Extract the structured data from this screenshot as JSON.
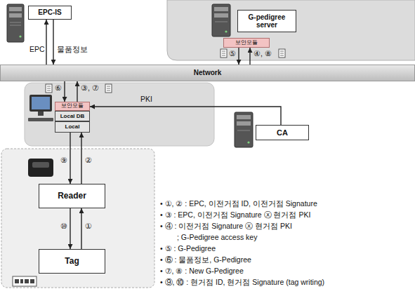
{
  "diagram": {
    "nodes": [
      {
        "text": [
          "EPC-IS"
        ]
      },
      {
        "text": [
          "G-pedigree server"
        ]
      },
      {
        "text": [
          "보안모듈"
        ]
      },
      {
        "text": [
          "Network"
        ]
      },
      {
        "text": [
          "보안모듈"
        ]
      },
      {
        "text": [
          "Local DB"
        ]
      },
      {
        "text": [
          "Local"
        ]
      },
      {
        "text": [
          "CA"
        ]
      },
      {
        "text": [
          "Reader"
        ]
      },
      {
        "text": [
          "Tag"
        ]
      }
    ],
    "edges": [
      {
        "from": 3,
        "to": 0,
        "arrow": "to",
        "label": "EPC"
      },
      {
        "from": 0,
        "to": 3,
        "arrow": "to",
        "label": "물품정보"
      },
      {
        "from": 2,
        "to": 3,
        "arrow": "to",
        "label": "⑤"
      },
      {
        "from": 3,
        "to": 2,
        "arrow": "to",
        "label": "④, ⑧"
      },
      {
        "from": 3,
        "to": 4,
        "arrow": "to",
        "label": "⑥"
      },
      {
        "from": 4,
        "to": 3,
        "arrow": "to",
        "label": "③, ⑦"
      },
      {
        "from": 7,
        "to": 4,
        "arrow": "to",
        "label": "PKI"
      },
      {
        "from": 6,
        "to": 8,
        "arrow": "to",
        "label": "⑨"
      },
      {
        "from": 8,
        "to": 6,
        "arrow": "to",
        "label": "②"
      },
      {
        "from": 9,
        "to": 8,
        "arrow": "to",
        "label": "①"
      },
      {
        "from": 8,
        "to": 9,
        "arrow": "to",
        "label": "⑩"
      }
    ],
    "labels": [
      "• ①, ② : EPC, 이전거점 ID, 이전거점 Signature",
      "• ③ : EPC, 이전거점 Signature ⓧ 현거점 PKI",
      "• ④ : 이전거점 Signature ⓧ 현거점 PKI",
      "; G-Pedigree access key",
      "• ⑤ : G-Pedigree",
      "• ⑥ : 물품정보, G-Pedigree",
      "• ⑦, ⑧ : New G-Pedigree",
      "• ⑨, ⑩ : 현거점 ID, 현거점 Signature (tag writing)"
    ]
  }
}
